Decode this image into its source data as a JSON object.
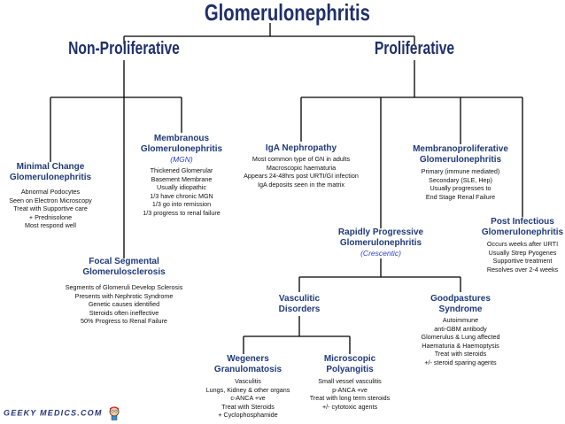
{
  "main_title": "Glomerulonephritis",
  "branches": {
    "non_proliferative": "Non-Proliferative",
    "proliferative": "Proliferative"
  },
  "nodes": {
    "minimal_change": {
      "title": [
        "Minimal Change",
        "Glomerulonephritis"
      ],
      "desc": [
        "Abnormal Podocytes",
        "Seen on Electron Microscopy",
        "Treat with Supportive care",
        "+ Prednisolone",
        "Most respond well"
      ]
    },
    "membranous": {
      "title": [
        "Membranous",
        "Glomerulonephritis"
      ],
      "subtitle": "(MGN)",
      "desc": [
        "Thickened Glomerular",
        "Basement Membrane",
        "Usually idiopathic",
        "1/3 have chronic MGN",
        "1/3 go into remission",
        "1/3 progress to renal failure"
      ]
    },
    "focal_segmental": {
      "title": [
        "Focal Segmental",
        "Glomerulosclerosis"
      ],
      "desc": [
        "Segments of Glomeruli Develop Sclerosis",
        "Presents with Nephrotic Syndrome",
        "Genetic causes identified",
        "Steroids often ineffective",
        "50% Progress to Renal Failure"
      ]
    },
    "iga": {
      "title": [
        "IgA Nephropathy"
      ],
      "desc": [
        "Most common type of GN in adults",
        "Macroscopic haematuria",
        "Appears 24-48hrs post URTI/GI infection",
        "IgA deposits seen in the matrix"
      ]
    },
    "membranoproliferative": {
      "title": [
        "Membranoproliferative",
        "Glomerulonephritis"
      ],
      "desc": [
        "Primary (immune mediated)",
        "Secondary (SLE, Hep)",
        "Usually progresses to",
        "End Stage Renal Failure"
      ]
    },
    "rapidly_progressive": {
      "title": [
        "Rapidly Progressive",
        "Glomerulonephritis"
      ],
      "subtitle": "(Crescentic)"
    },
    "post_infectious": {
      "title": [
        "Post Infectious",
        "Glomerulonephritis"
      ],
      "desc": [
        "Occurs weeks after URTI",
        "Usually Strep Pyogenes",
        "Supportive treatment",
        "Resolves over 2-4 weeks"
      ]
    },
    "vasculitic": {
      "title": [
        "Vasculitic",
        "Disorders"
      ]
    },
    "goodpastures": {
      "title": [
        "Goodpastures",
        "Syndrome"
      ],
      "desc": [
        "Autoimmune",
        "anti-GBM antibody",
        "Glomerulus & Lung affected",
        "Haematuria & Haemoptysis",
        "Treat with steroids",
        "+/- steroid sparing agents"
      ]
    },
    "wegeners": {
      "title": [
        "Wegeners",
        "Granulomatosis"
      ],
      "desc": [
        "Vasculitis",
        "Lungs, Kidney & other organs",
        "c-ANCA +ve",
        "Treat with Steroids",
        "+ Cyclophosphamide"
      ]
    },
    "microscopic": {
      "title": [
        "Microscopic",
        "Polyangitis"
      ],
      "desc": [
        "Small vessel vasculitis",
        "p-ANCA +ve",
        "Treat with long term steroids",
        "+/- cytotoxic agents"
      ]
    }
  },
  "logo": "GEEKY MEDICS.COM",
  "colors": {
    "heading": "#1f2f6b",
    "node_title": "#1f3a7a",
    "subtitle": "#2b3fd0",
    "text": "#111111",
    "lines": "#000000"
  }
}
